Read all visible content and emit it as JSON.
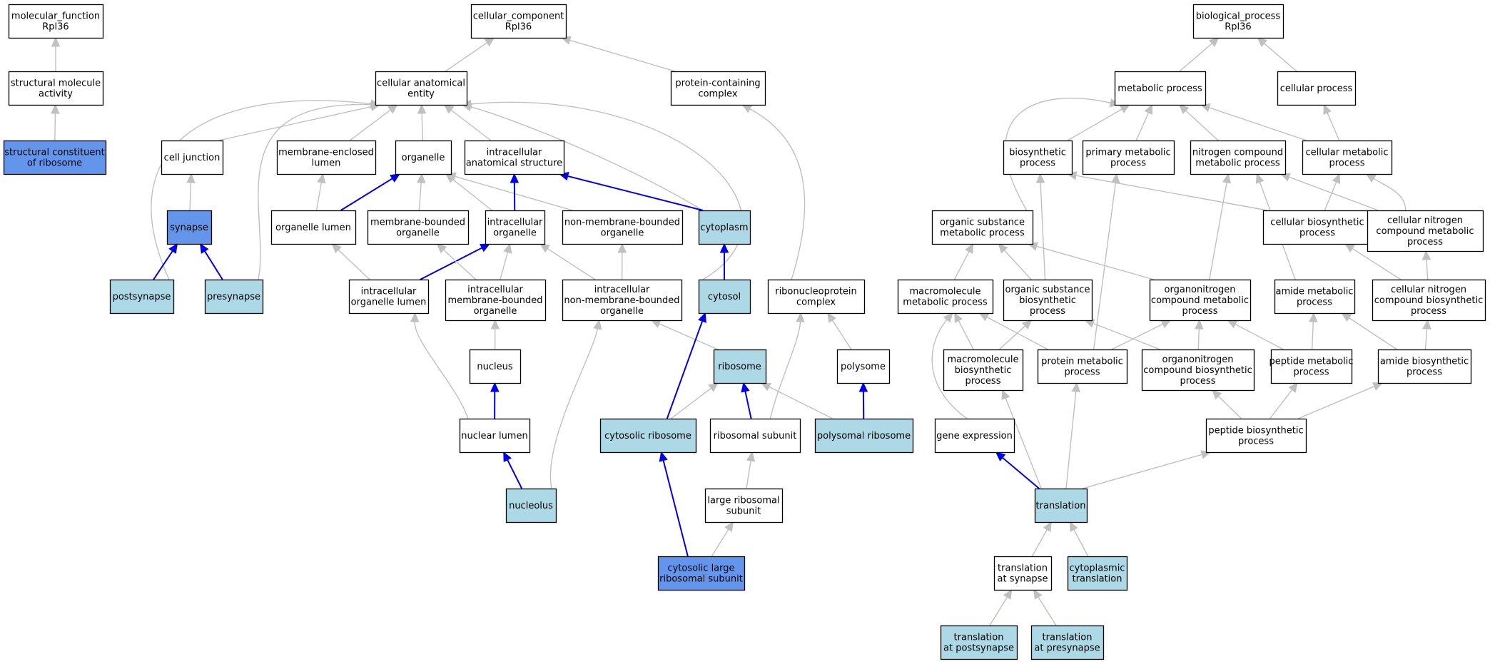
{
  "colors": {
    "edge_default": "#c0c0c0",
    "edge_highlight": "#0000ee",
    "node_plain": "#ffffff",
    "node_light": "#add8e6",
    "node_dark": "#6495ed",
    "border": "#000000"
  },
  "nodes": [
    {
      "id": "mf",
      "lines": [
        "molecular_function",
        "Rpl36"
      ],
      "fill": "white"
    },
    {
      "id": "sma",
      "lines": [
        "structural molecule",
        "activity"
      ],
      "fill": "white"
    },
    {
      "id": "scr",
      "lines": [
        "structural constituent",
        "of ribosome"
      ],
      "fill": "dark"
    },
    {
      "id": "cc",
      "lines": [
        "cellular_component",
        "Rpl36"
      ],
      "fill": "white"
    },
    {
      "id": "cae",
      "lines": [
        "cellular anatomical",
        "entity"
      ],
      "fill": "white"
    },
    {
      "id": "pcc",
      "lines": [
        "protein-containing",
        "complex"
      ],
      "fill": "white"
    },
    {
      "id": "cj",
      "lines": [
        "cell junction"
      ],
      "fill": "white"
    },
    {
      "id": "mel",
      "lines": [
        "membrane-enclosed",
        "lumen"
      ],
      "fill": "white"
    },
    {
      "id": "org",
      "lines": [
        "organelle"
      ],
      "fill": "white"
    },
    {
      "id": "ias",
      "lines": [
        "intracellular",
        "anatomical structure"
      ],
      "fill": "white"
    },
    {
      "id": "syn",
      "lines": [
        "synapse"
      ],
      "fill": "dark"
    },
    {
      "id": "orl",
      "lines": [
        "organelle lumen"
      ],
      "fill": "white"
    },
    {
      "id": "mbo",
      "lines": [
        "membrane-bounded",
        "organelle"
      ],
      "fill": "white"
    },
    {
      "id": "io",
      "lines": [
        "intracellular",
        "organelle"
      ],
      "fill": "white"
    },
    {
      "id": "nmbo",
      "lines": [
        "non-membrane-bounded",
        "organelle"
      ],
      "fill": "white"
    },
    {
      "id": "cyt",
      "lines": [
        "cytoplasm"
      ],
      "fill": "light"
    },
    {
      "id": "posts",
      "lines": [
        "postsynapse"
      ],
      "fill": "light"
    },
    {
      "id": "pres",
      "lines": [
        "presynapse"
      ],
      "fill": "light"
    },
    {
      "id": "iol",
      "lines": [
        "intracellular",
        "organelle lumen"
      ],
      "fill": "white"
    },
    {
      "id": "imbo",
      "lines": [
        "intracellular",
        "membrane-bounded",
        "organelle"
      ],
      "fill": "white"
    },
    {
      "id": "inmbo",
      "lines": [
        "intracellular",
        "non-membrane-bounded",
        "organelle"
      ],
      "fill": "white"
    },
    {
      "id": "cytosol",
      "lines": [
        "cytosol"
      ],
      "fill": "light"
    },
    {
      "id": "rnp",
      "lines": [
        "ribonucleoprotein",
        "complex"
      ],
      "fill": "white"
    },
    {
      "id": "nuc",
      "lines": [
        "nucleus"
      ],
      "fill": "white"
    },
    {
      "id": "ribo",
      "lines": [
        "ribosome"
      ],
      "fill": "light"
    },
    {
      "id": "poly",
      "lines": [
        "polysome"
      ],
      "fill": "white"
    },
    {
      "id": "nl",
      "lines": [
        "nuclear lumen"
      ],
      "fill": "white"
    },
    {
      "id": "cr",
      "lines": [
        "cytosolic ribosome"
      ],
      "fill": "light"
    },
    {
      "id": "rs",
      "lines": [
        "ribosomal subunit"
      ],
      "fill": "white"
    },
    {
      "id": "pr",
      "lines": [
        "polysomal ribosome"
      ],
      "fill": "light"
    },
    {
      "id": "nucl",
      "lines": [
        "nucleolus"
      ],
      "fill": "light"
    },
    {
      "id": "lrs",
      "lines": [
        "large ribosomal",
        "subunit"
      ],
      "fill": "white"
    },
    {
      "id": "clrs",
      "lines": [
        "cytosolic large",
        "ribosomal subunit"
      ],
      "fill": "dark"
    },
    {
      "id": "bp",
      "lines": [
        "biological_process",
        "Rpl36"
      ],
      "fill": "white"
    },
    {
      "id": "mp",
      "lines": [
        "metabolic process"
      ],
      "fill": "white"
    },
    {
      "id": "cp",
      "lines": [
        "cellular process"
      ],
      "fill": "white"
    },
    {
      "id": "bsp",
      "lines": [
        "biosynthetic",
        "process"
      ],
      "fill": "white"
    },
    {
      "id": "pmp",
      "lines": [
        "primary metabolic",
        "process"
      ],
      "fill": "white"
    },
    {
      "id": "ncmp",
      "lines": [
        "nitrogen compound",
        "metabolic process"
      ],
      "fill": "white"
    },
    {
      "id": "cmp",
      "lines": [
        "cellular metabolic",
        "process"
      ],
      "fill": "white"
    },
    {
      "id": "osmp",
      "lines": [
        "organic substance",
        "metabolic process"
      ],
      "fill": "white"
    },
    {
      "id": "cbp",
      "lines": [
        "cellular biosynthetic",
        "process"
      ],
      "fill": "white"
    },
    {
      "id": "cncmp",
      "lines": [
        "cellular nitrogen",
        "compound metabolic",
        "process"
      ],
      "fill": "white"
    },
    {
      "id": "mmp",
      "lines": [
        "macromolecule",
        "metabolic process"
      ],
      "fill": "white"
    },
    {
      "id": "osbp",
      "lines": [
        "organic substance",
        "biosynthetic",
        "process"
      ],
      "fill": "white"
    },
    {
      "id": "oncmp",
      "lines": [
        "organonitrogen",
        "compound metabolic",
        "process"
      ],
      "fill": "white"
    },
    {
      "id": "amp",
      "lines": [
        "amide metabolic",
        "process"
      ],
      "fill": "white"
    },
    {
      "id": "cncbp",
      "lines": [
        "cellular nitrogen",
        "compound biosynthetic",
        "process"
      ],
      "fill": "white"
    },
    {
      "id": "mbp",
      "lines": [
        "macromolecule",
        "biosynthetic",
        "process"
      ],
      "fill": "white"
    },
    {
      "id": "prmp",
      "lines": [
        "protein metabolic",
        "process"
      ],
      "fill": "white"
    },
    {
      "id": "oncbp",
      "lines": [
        "organonitrogen",
        "compound biosynthetic",
        "process"
      ],
      "fill": "white"
    },
    {
      "id": "pepmp",
      "lines": [
        "peptide metabolic",
        "process"
      ],
      "fill": "white"
    },
    {
      "id": "abp",
      "lines": [
        "amide biosynthetic",
        "process"
      ],
      "fill": "white"
    },
    {
      "id": "ge",
      "lines": [
        "gene expression"
      ],
      "fill": "white"
    },
    {
      "id": "pbp",
      "lines": [
        "peptide biosynthetic",
        "process"
      ],
      "fill": "white"
    },
    {
      "id": "tr",
      "lines": [
        "translation"
      ],
      "fill": "light"
    },
    {
      "id": "tas",
      "lines": [
        "translation",
        "at synapse"
      ],
      "fill": "white"
    },
    {
      "id": "ctr",
      "lines": [
        "cytoplasmic",
        "translation"
      ],
      "fill": "light"
    },
    {
      "id": "tpost",
      "lines": [
        "translation",
        "at postsynapse"
      ],
      "fill": "light"
    },
    {
      "id": "tpre",
      "lines": [
        "translation",
        "at presynapse"
      ],
      "fill": "light"
    }
  ],
  "edges": [
    {
      "from": "sma",
      "to": "mf",
      "highlight": false
    },
    {
      "from": "scr",
      "to": "sma",
      "highlight": false
    },
    {
      "from": "cae",
      "to": "cc",
      "highlight": false
    },
    {
      "from": "pcc",
      "to": "cc",
      "highlight": false
    },
    {
      "from": "cj",
      "to": "cae",
      "highlight": false
    },
    {
      "from": "mel",
      "to": "cae",
      "highlight": false
    },
    {
      "from": "org",
      "to": "cae",
      "highlight": false
    },
    {
      "from": "ias",
      "to": "cae",
      "highlight": false
    },
    {
      "from": "cyt",
      "to": "cae",
      "highlight": false
    },
    {
      "from": "posts",
      "to": "cae",
      "highlight": false
    },
    {
      "from": "pres",
      "to": "cae",
      "highlight": false
    },
    {
      "from": "cytosol",
      "to": "cae",
      "highlight": false
    },
    {
      "from": "syn",
      "to": "cj",
      "highlight": false
    },
    {
      "from": "posts",
      "to": "syn",
      "highlight": true
    },
    {
      "from": "pres",
      "to": "syn",
      "highlight": true
    },
    {
      "from": "orl",
      "to": "mel",
      "highlight": false
    },
    {
      "from": "orl",
      "to": "org",
      "highlight": true
    },
    {
      "from": "mbo",
      "to": "org",
      "highlight": false
    },
    {
      "from": "io",
      "to": "org",
      "highlight": false
    },
    {
      "from": "nmbo",
      "to": "org",
      "highlight": false
    },
    {
      "from": "io",
      "to": "ias",
      "highlight": true
    },
    {
      "from": "cyt",
      "to": "ias",
      "highlight": true
    },
    {
      "from": "iol",
      "to": "orl",
      "highlight": false
    },
    {
      "from": "iol",
      "to": "io",
      "highlight": true
    },
    {
      "from": "imbo",
      "to": "mbo",
      "highlight": false
    },
    {
      "from": "imbo",
      "to": "io",
      "highlight": false
    },
    {
      "from": "inmbo",
      "to": "io",
      "highlight": false
    },
    {
      "from": "inmbo",
      "to": "nmbo",
      "highlight": false
    },
    {
      "from": "cytosol",
      "to": "cyt",
      "highlight": true
    },
    {
      "from": "rnp",
      "to": "pcc",
      "highlight": false
    },
    {
      "from": "nuc",
      "to": "imbo",
      "highlight": false
    },
    {
      "from": "ribo",
      "to": "inmbo",
      "highlight": false
    },
    {
      "from": "poly",
      "to": "rnp",
      "highlight": false
    },
    {
      "from": "nl",
      "to": "nuc",
      "highlight": true
    },
    {
      "from": "nl",
      "to": "iol",
      "highlight": false
    },
    {
      "from": "cr",
      "to": "cytosol",
      "highlight": true
    },
    {
      "from": "cr",
      "to": "ribo",
      "highlight": false
    },
    {
      "from": "rs",
      "to": "ribo",
      "highlight": true
    },
    {
      "from": "rs",
      "to": "rnp",
      "highlight": false
    },
    {
      "from": "pr",
      "to": "ribo",
      "highlight": false
    },
    {
      "from": "pr",
      "to": "poly",
      "highlight": true
    },
    {
      "from": "nucl",
      "to": "nl",
      "highlight": true
    },
    {
      "from": "nucl",
      "to": "inmbo",
      "highlight": false
    },
    {
      "from": "lrs",
      "to": "rs",
      "highlight": false
    },
    {
      "from": "clrs",
      "to": "cr",
      "highlight": true
    },
    {
      "from": "clrs",
      "to": "lrs",
      "highlight": false
    },
    {
      "from": "mp",
      "to": "bp",
      "highlight": false
    },
    {
      "from": "cp",
      "to": "bp",
      "highlight": false
    },
    {
      "from": "bsp",
      "to": "mp",
      "highlight": false
    },
    {
      "from": "pmp",
      "to": "mp",
      "highlight": false
    },
    {
      "from": "ncmp",
      "to": "mp",
      "highlight": false
    },
    {
      "from": "cmp",
      "to": "mp",
      "highlight": false
    },
    {
      "from": "osmp",
      "to": "mp",
      "highlight": false
    },
    {
      "from": "cmp",
      "to": "cp",
      "highlight": false
    },
    {
      "from": "cbp",
      "to": "bsp",
      "highlight": false
    },
    {
      "from": "cbp",
      "to": "cmp",
      "highlight": false
    },
    {
      "from": "cncmp",
      "to": "ncmp",
      "highlight": false
    },
    {
      "from": "cncmp",
      "to": "cmp",
      "highlight": false
    },
    {
      "from": "mmp",
      "to": "osmp",
      "highlight": false
    },
    {
      "from": "osbp",
      "to": "osmp",
      "highlight": false
    },
    {
      "from": "osbp",
      "to": "bsp",
      "highlight": false
    },
    {
      "from": "oncmp",
      "to": "osmp",
      "highlight": false
    },
    {
      "from": "oncmp",
      "to": "ncmp",
      "highlight": false
    },
    {
      "from": "amp",
      "to": "ncmp",
      "highlight": false
    },
    {
      "from": "cncbp",
      "to": "cbp",
      "highlight": false
    },
    {
      "from": "cncbp",
      "to": "cncmp",
      "highlight": false
    },
    {
      "from": "mbp",
      "to": "mmp",
      "highlight": false
    },
    {
      "from": "mbp",
      "to": "osbp",
      "highlight": false
    },
    {
      "from": "prmp",
      "to": "mmp",
      "highlight": false
    },
    {
      "from": "prmp",
      "to": "pmp",
      "highlight": false
    },
    {
      "from": "prmp",
      "to": "oncmp",
      "highlight": false
    },
    {
      "from": "oncbp",
      "to": "oncmp",
      "highlight": false
    },
    {
      "from": "oncbp",
      "to": "osbp",
      "highlight": false
    },
    {
      "from": "pepmp",
      "to": "amp",
      "highlight": false
    },
    {
      "from": "pepmp",
      "to": "oncmp",
      "highlight": false
    },
    {
      "from": "abp",
      "to": "amp",
      "highlight": false
    },
    {
      "from": "abp",
      "to": "cncbp",
      "highlight": false
    },
    {
      "from": "ge",
      "to": "mmp",
      "highlight": false
    },
    {
      "from": "pbp",
      "to": "oncbp",
      "highlight": false
    },
    {
      "from": "pbp",
      "to": "pepmp",
      "highlight": false
    },
    {
      "from": "pbp",
      "to": "abp",
      "highlight": false
    },
    {
      "from": "tr",
      "to": "ge",
      "highlight": true
    },
    {
      "from": "tr",
      "to": "mbp",
      "highlight": false
    },
    {
      "from": "tr",
      "to": "prmp",
      "highlight": false
    },
    {
      "from": "tr",
      "to": "pbp",
      "highlight": false
    },
    {
      "from": "tas",
      "to": "tr",
      "highlight": false
    },
    {
      "from": "ctr",
      "to": "tr",
      "highlight": false
    },
    {
      "from": "tpost",
      "to": "tas",
      "highlight": false
    },
    {
      "from": "tpre",
      "to": "tas",
      "highlight": false
    }
  ]
}
